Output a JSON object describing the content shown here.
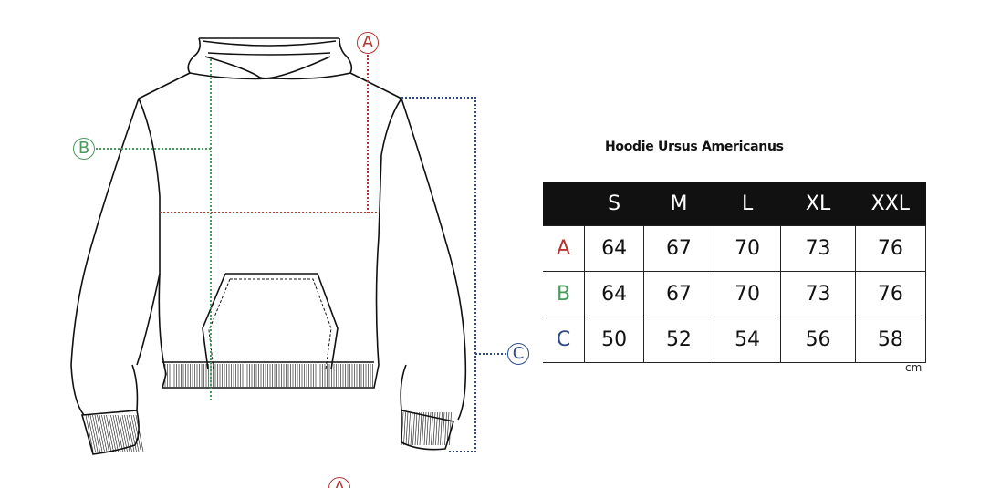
{
  "title": "Hoodie Ursus Americanus",
  "unit": "cm",
  "markers": {
    "a": "A",
    "b": "B",
    "c": "C"
  },
  "colors": {
    "a": "#b5342f",
    "b": "#4a9a5c",
    "c": "#2c4a86"
  },
  "table": {
    "headers": [
      "S",
      "M",
      "L",
      "XL",
      "XXL"
    ],
    "rows": [
      {
        "label": "A",
        "values": [
          "64",
          "67",
          "70",
          "73",
          "76"
        ]
      },
      {
        "label": "B",
        "values": [
          "64",
          "67",
          "70",
          "73",
          "76"
        ]
      },
      {
        "label": "C",
        "values": [
          "50",
          "52",
          "54",
          "56",
          "58"
        ]
      }
    ]
  }
}
